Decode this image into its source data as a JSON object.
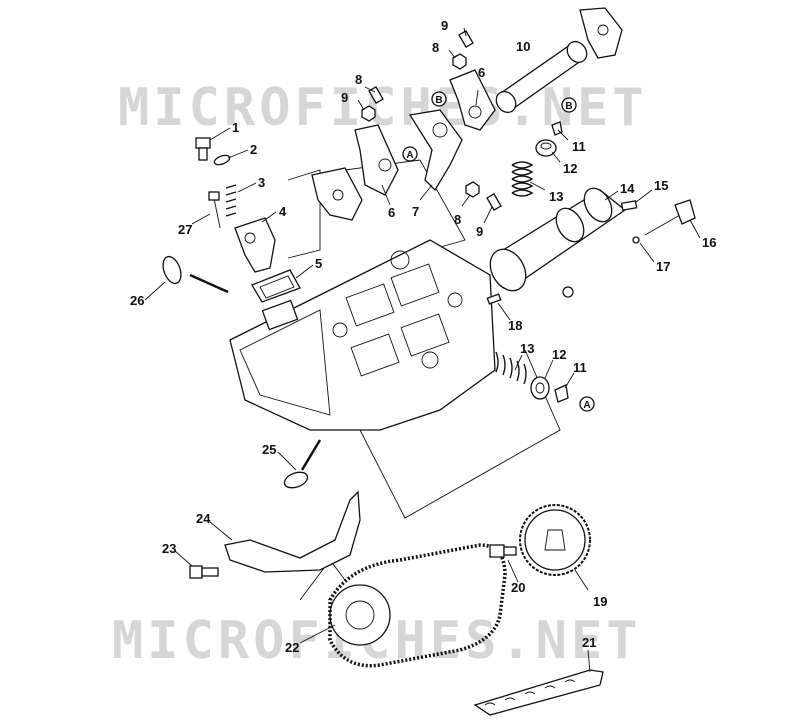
{
  "watermarks": [
    "MICROFICHES.NET",
    "MICROFICHES.NET"
  ],
  "callouts": [
    "1",
    "2",
    "3",
    "4",
    "5",
    "6",
    "7",
    "8",
    "9",
    "10",
    "6",
    "9",
    "8",
    "11",
    "12",
    "13",
    "14",
    "15",
    "16",
    "17",
    "18",
    "13",
    "12",
    "11",
    "19",
    "20",
    "21",
    "22",
    "23",
    "24",
    "25",
    "26",
    "27",
    "8",
    "9"
  ],
  "circle_markers": [
    "A",
    "B",
    "B",
    "A"
  ]
}
